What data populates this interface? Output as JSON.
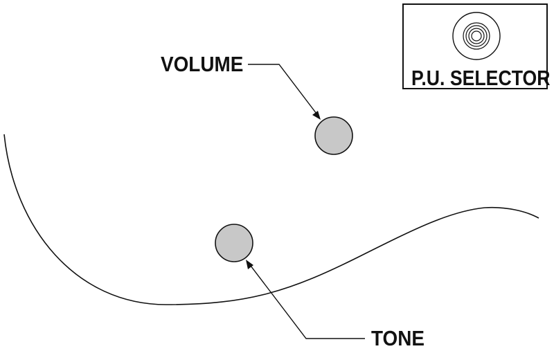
{
  "diagram": {
    "labels": {
      "volume": "VOLUME",
      "tone": "TONE",
      "pickup_selector": "P.U. SELECTOR"
    },
    "colors": {
      "knob_fill": "#c8c8c8",
      "outline": "#111111",
      "background": "#ffffff"
    },
    "icons": {
      "selector": "pickup-selector-switch-icon"
    }
  }
}
